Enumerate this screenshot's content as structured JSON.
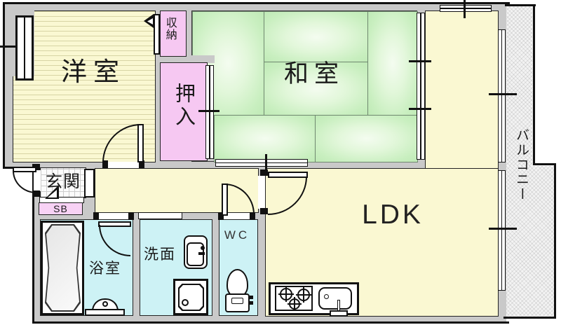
{
  "floorplan": {
    "type": "japanese-apartment-floor-plan",
    "rooms": [
      {
        "id": "yoshitsu",
        "label": "洋室"
      },
      {
        "id": "washitsu",
        "label": "和室"
      },
      {
        "id": "shunou",
        "label": "収納"
      },
      {
        "id": "oshiire",
        "label": "押入"
      },
      {
        "id": "genkan",
        "label": "玄関"
      },
      {
        "id": "sb",
        "label": "SB"
      },
      {
        "id": "yokushitsu",
        "label": "浴室"
      },
      {
        "id": "senmen",
        "label": "洗面"
      },
      {
        "id": "wc",
        "label": "WC"
      },
      {
        "id": "ldk",
        "label": "LDK"
      },
      {
        "id": "balcony",
        "label": "バルコニー"
      }
    ],
    "colors": {
      "western_room_fill": "#faf8d2",
      "tatami_fill": "#c9efc0",
      "closet_fill": "#f6c8f2",
      "wet_area_fill": "#cdf2f5",
      "wall_fill": "#c9c9c9",
      "outline": "#111111"
    }
  }
}
